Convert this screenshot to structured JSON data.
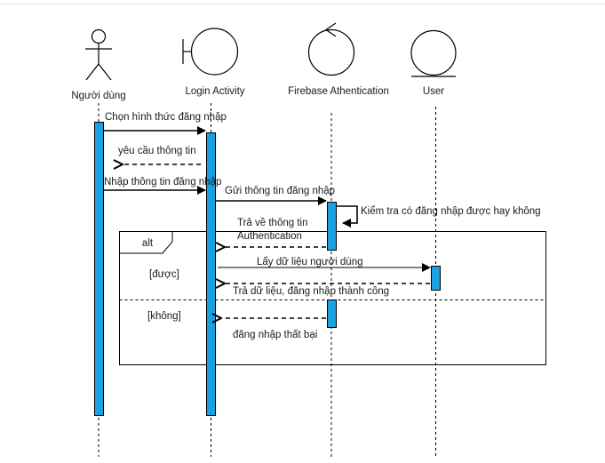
{
  "participants": {
    "user": {
      "label": "Người dùng",
      "icon": "actor-icon"
    },
    "login": {
      "label": "Login Activity",
      "icon": "boundary-icon"
    },
    "firebase": {
      "label": "Firebase Athentication",
      "icon": "control-icon"
    },
    "db": {
      "label": "User",
      "icon": "entity-icon"
    }
  },
  "messages": {
    "m1": "Chọn hình thức đăng nhập",
    "m2": "yêu cầu thông tin",
    "m3": "Nhập thông tin đăng nhập",
    "m4": "Gửi thông tin đăng nhập",
    "m5": "Kiểm tra có đăng nhập được hay không",
    "m6a": "Trả về thông tin",
    "m6b": "Authentication",
    "m7": "Lấy dữ liệu người dùng",
    "m8": "Trả dữ liệu, đăng nhập thành công",
    "m9": "đăng nhập thất bại"
  },
  "fragment": {
    "operator": "alt",
    "guard1": "[được]",
    "guard2": "[không]"
  },
  "colors": {
    "activation": "#1ba1e2",
    "line": "#000000",
    "border_top": "#e3e3e3"
  }
}
